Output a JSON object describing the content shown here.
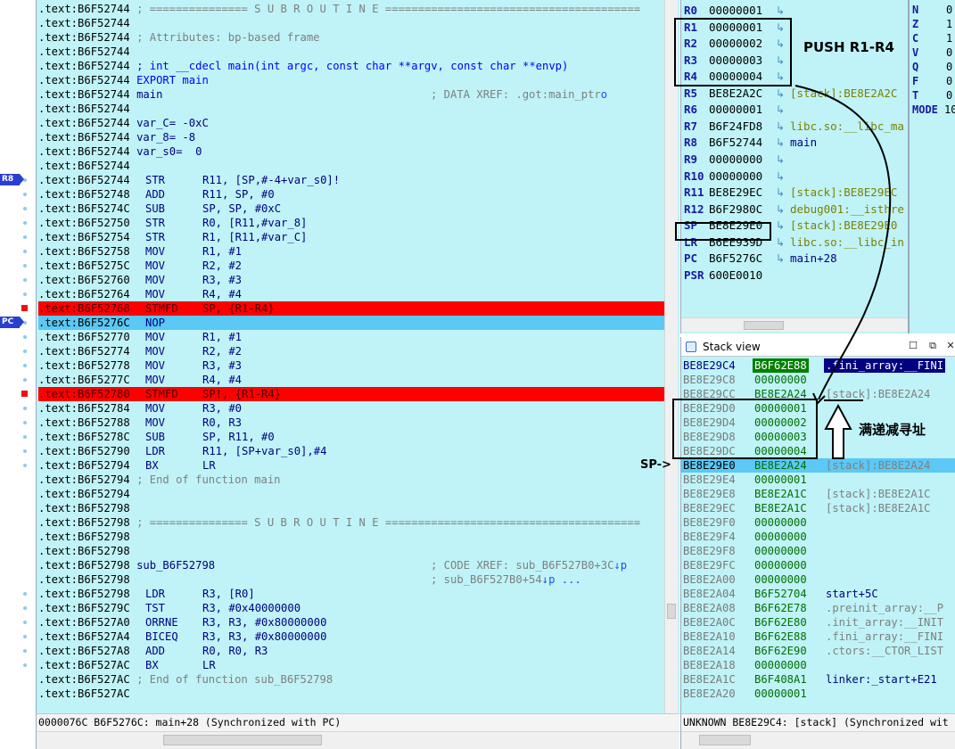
{
  "gutter": {
    "r8_tag": "R8",
    "pc_tag": "PC"
  },
  "disasm": {
    "lines": [
      {
        "addr": ".text:B6F52744",
        "text": " ; =============== S U B R O U T I N E =======================================",
        "kind": "cmt"
      },
      {
        "addr": ".text:B6F52744",
        "text": "",
        "kind": "plain"
      },
      {
        "addr": ".text:B6F52744",
        "text": " ; Attributes: bp-based frame",
        "kind": "cmt"
      },
      {
        "addr": ".text:B6F52744",
        "text": "",
        "kind": "plain"
      },
      {
        "addr": ".text:B6F52744",
        "text": " ; int __cdecl main(int argc, const char **argv, const char **envp)",
        "kind": "kw"
      },
      {
        "addr": ".text:B6F52744",
        "text": " EXPORT main",
        "kind": "kw"
      },
      {
        "addr": ".text:B6F52744",
        "text": " main",
        "kind": "lbl",
        "xref": "; DATA XREF: .got:main_ptr",
        "xref_link": "o"
      },
      {
        "addr": ".text:B6F52744",
        "text": "",
        "kind": "plain"
      },
      {
        "addr": ".text:B6F52744",
        "text": " var_C= -0xC",
        "kind": "var"
      },
      {
        "addr": ".text:B6F52744",
        "text": " var_8= -8",
        "kind": "var"
      },
      {
        "addr": ".text:B6F52744",
        "text": " var_s0=  0",
        "kind": "var"
      },
      {
        "addr": ".text:B6F52744",
        "text": "",
        "kind": "plain"
      },
      {
        "addr": ".text:B6F52744",
        "mn": "STR",
        "op": "R11, [SP,#-4+var_s0]!",
        "kind": "ins"
      },
      {
        "addr": ".text:B6F52748",
        "mn": "ADD",
        "op": "R11, SP, #0",
        "kind": "ins"
      },
      {
        "addr": ".text:B6F5274C",
        "mn": "SUB",
        "op": "SP, SP, #0xC",
        "kind": "ins"
      },
      {
        "addr": ".text:B6F52750",
        "mn": "STR",
        "op": "R0, [R11,#var_8]",
        "kind": "ins"
      },
      {
        "addr": ".text:B6F52754",
        "mn": "STR",
        "op": "R1, [R11,#var_C]",
        "kind": "ins"
      },
      {
        "addr": ".text:B6F52758",
        "mn": "MOV",
        "op": "R1, #1",
        "kind": "ins"
      },
      {
        "addr": ".text:B6F5275C",
        "mn": "MOV",
        "op": "R2, #2",
        "kind": "ins"
      },
      {
        "addr": ".text:B6F52760",
        "mn": "MOV",
        "op": "R3, #3",
        "kind": "ins"
      },
      {
        "addr": ".text:B6F52764",
        "mn": "MOV",
        "op": "R4, #4",
        "kind": "ins"
      },
      {
        "addr": ".text:B6F52768",
        "mn": "STMFD",
        "op": "SP, {R1-R4}",
        "kind": "ins",
        "state": "bp"
      },
      {
        "addr": ".text:B6F5276C",
        "mn": "NOP",
        "op": "",
        "kind": "ins",
        "state": "pc"
      },
      {
        "addr": ".text:B6F52770",
        "mn": "MOV",
        "op": "R1, #1",
        "kind": "ins"
      },
      {
        "addr": ".text:B6F52774",
        "mn": "MOV",
        "op": "R2, #2",
        "kind": "ins"
      },
      {
        "addr": ".text:B6F52778",
        "mn": "MOV",
        "op": "R3, #3",
        "kind": "ins"
      },
      {
        "addr": ".text:B6F5277C",
        "mn": "MOV",
        "op": "R4, #4",
        "kind": "ins"
      },
      {
        "addr": ".text:B6F52780",
        "mn": "STMFD",
        "op": "SP!, {R1-R4}",
        "kind": "ins",
        "state": "bp"
      },
      {
        "addr": ".text:B6F52784",
        "mn": "MOV",
        "op": "R3, #0",
        "kind": "ins"
      },
      {
        "addr": ".text:B6F52788",
        "mn": "MOV",
        "op": "R0, R3",
        "kind": "ins"
      },
      {
        "addr": ".text:B6F5278C",
        "mn": "SUB",
        "op": "SP, R11, #0",
        "kind": "ins"
      },
      {
        "addr": ".text:B6F52790",
        "mn": "LDR",
        "op": "R11, [SP+var_s0],#4",
        "kind": "ins"
      },
      {
        "addr": ".text:B6F52794",
        "mn": "BX",
        "op": "LR",
        "kind": "ins"
      },
      {
        "addr": ".text:B6F52794",
        "text": " ; End of function main",
        "kind": "cmt"
      },
      {
        "addr": ".text:B6F52794",
        "text": "",
        "kind": "plain"
      },
      {
        "addr": ".text:B6F52798",
        "text": "",
        "kind": "plain"
      },
      {
        "addr": ".text:B6F52798",
        "text": " ; =============== S U B R O U T I N E =======================================",
        "kind": "cmt"
      },
      {
        "addr": ".text:B6F52798",
        "text": "",
        "kind": "plain"
      },
      {
        "addr": ".text:B6F52798",
        "text": "",
        "kind": "plain"
      },
      {
        "addr": ".text:B6F52798",
        "text": " sub_B6F52798",
        "kind": "lbl",
        "xref": "; CODE XREF: sub_B6F527B0+3C",
        "xref_link": "↓p"
      },
      {
        "addr": ".text:B6F52798",
        "text": "",
        "kind": "plain",
        "xref": "; sub_B6F527B0+54",
        "xref_link": "↓p ..."
      },
      {
        "addr": ".text:B6F52798",
        "mn": "LDR",
        "op": "R3, [R0]",
        "kind": "ins"
      },
      {
        "addr": ".text:B6F5279C",
        "mn": "TST",
        "op": "R3, #0x40000000",
        "kind": "ins"
      },
      {
        "addr": ".text:B6F527A0",
        "mn": "ORRNE",
        "op": "R3, R3, #0x80000000",
        "kind": "ins"
      },
      {
        "addr": ".text:B6F527A4",
        "mn": "BICEQ",
        "op": "R3, R3, #0x80000000",
        "kind": "ins"
      },
      {
        "addr": ".text:B6F527A8",
        "mn": "ADD",
        "op": "R0, R0, R3",
        "kind": "ins"
      },
      {
        "addr": ".text:B6F527AC",
        "mn": "BX",
        "op": "LR",
        "kind": "ins"
      },
      {
        "addr": ".text:B6F527AC",
        "text": " ; End of function sub_B6F52798",
        "kind": "cmt"
      },
      {
        "addr": ".text:B6F527AC",
        "text": "",
        "kind": "plain"
      }
    ],
    "status": "0000076C B6F5276C: main+28 (Synchronized with PC)"
  },
  "registers": [
    {
      "name": "R0",
      "value": "00000001",
      "hint": "",
      "hint_kind": ""
    },
    {
      "name": "R1",
      "value": "00000001",
      "hint": "",
      "hint_kind": ""
    },
    {
      "name": "R2",
      "value": "00000002",
      "hint": "",
      "hint_kind": ""
    },
    {
      "name": "R3",
      "value": "00000003",
      "hint": "",
      "hint_kind": ""
    },
    {
      "name": "R4",
      "value": "00000004",
      "hint": "",
      "hint_kind": ""
    },
    {
      "name": "R5",
      "value": "BE8E2A2C",
      "hint": "[stack]:BE8E2A2C",
      "hint_kind": "stack"
    },
    {
      "name": "R6",
      "value": "00000001",
      "hint": "",
      "hint_kind": ""
    },
    {
      "name": "R7",
      "value": "B6F24FD8",
      "hint": "libc.so:__libc_ma",
      "hint_kind": "lib"
    },
    {
      "name": "R8",
      "value": "B6F52744",
      "hint": "main",
      "hint_kind": "main"
    },
    {
      "name": "R9",
      "value": "00000000",
      "hint": "",
      "hint_kind": ""
    },
    {
      "name": "R10",
      "value": "00000000",
      "hint": "",
      "hint_kind": ""
    },
    {
      "name": "R11",
      "value": "BE8E29EC",
      "hint": "[stack]:BE8E29EC",
      "hint_kind": "stack"
    },
    {
      "name": "R12",
      "value": "B6F2980C",
      "hint": "debug001:__isthre",
      "hint_kind": "lib"
    },
    {
      "name": "SP",
      "value": "BE8E29E0",
      "hint": "[stack]:BE8E29E0",
      "hint_kind": "stack"
    },
    {
      "name": "LR",
      "value": "B6EE939D",
      "hint": "libc.so:__libc_in",
      "hint_kind": "lib"
    },
    {
      "name": "PC",
      "value": "B6F5276C",
      "hint": "main+28",
      "hint_kind": "main"
    },
    {
      "name": "PSR",
      "value": "600E0010",
      "hint": "",
      "hint_kind": ""
    }
  ],
  "flags": [
    {
      "name": "N",
      "value": "0"
    },
    {
      "name": "Z",
      "value": "1"
    },
    {
      "name": "C",
      "value": "1"
    },
    {
      "name": "V",
      "value": "0"
    },
    {
      "name": "Q",
      "value": "0"
    },
    {
      "name": "F",
      "value": "0"
    },
    {
      "name": "T",
      "value": "0"
    },
    {
      "name": "MODE",
      "value": "10"
    }
  ],
  "stack_view": {
    "title": "Stack view",
    "rows": [
      {
        "addr": "BE8E29C4",
        "value": "B6F62E88",
        "hint": ".fini_array:__FINI",
        "state": "first"
      },
      {
        "addr": "BE8E29C8",
        "value": "00000000",
        "hint": ""
      },
      {
        "addr": "BE8E29CC",
        "value": "BE8E2A24",
        "hint": "[stack]:BE8E2A24"
      },
      {
        "addr": "BE8E29D0",
        "value": "00000001",
        "hint": ""
      },
      {
        "addr": "BE8E29D4",
        "value": "00000002",
        "hint": ""
      },
      {
        "addr": "BE8E29D8",
        "value": "00000003",
        "hint": ""
      },
      {
        "addr": "BE8E29DC",
        "value": "00000004",
        "hint": ""
      },
      {
        "addr": "BE8E29E0",
        "value": "BE8E2A24",
        "hint": "[stack]:BE8E2A24",
        "state": "cur"
      },
      {
        "addr": "BE8E29E4",
        "value": "00000001",
        "hint": ""
      },
      {
        "addr": "BE8E29E8",
        "value": "BE8E2A1C",
        "hint": "[stack]:BE8E2A1C"
      },
      {
        "addr": "BE8E29EC",
        "value": "BE8E2A1C",
        "hint": "[stack]:BE8E2A1C"
      },
      {
        "addr": "BE8E29F0",
        "value": "00000000",
        "hint": ""
      },
      {
        "addr": "BE8E29F4",
        "value": "00000000",
        "hint": ""
      },
      {
        "addr": "BE8E29F8",
        "value": "00000000",
        "hint": ""
      },
      {
        "addr": "BE8E29FC",
        "value": "00000000",
        "hint": ""
      },
      {
        "addr": "BE8E2A00",
        "value": "00000000",
        "hint": ""
      },
      {
        "addr": "BE8E2A04",
        "value": "B6F52704",
        "hint": "start+5C",
        "hint_kind": "code"
      },
      {
        "addr": "BE8E2A08",
        "value": "B6F62E78",
        "hint": ".preinit_array:__P"
      },
      {
        "addr": "BE8E2A0C",
        "value": "B6F62E80",
        "hint": ".init_array:__INIT"
      },
      {
        "addr": "BE8E2A10",
        "value": "B6F62E88",
        "hint": ".fini_array:__FINI"
      },
      {
        "addr": "BE8E2A14",
        "value": "B6F62E90",
        "hint": ".ctors:__CTOR_LIST"
      },
      {
        "addr": "BE8E2A18",
        "value": "00000000",
        "hint": ""
      },
      {
        "addr": "BE8E2A1C",
        "value": "B6F408A1",
        "hint": "linker:_start+E21",
        "hint_kind": "code"
      },
      {
        "addr": "BE8E2A20",
        "value": "00000001",
        "hint": ""
      }
    ],
    "status": "UNKNOWN BE8E29C4: [stack] (Synchronized wit"
  },
  "annotations": {
    "push_label": "PUSH R1-R4",
    "sp_label": "SP->",
    "desc_label": "满递减寻址"
  }
}
